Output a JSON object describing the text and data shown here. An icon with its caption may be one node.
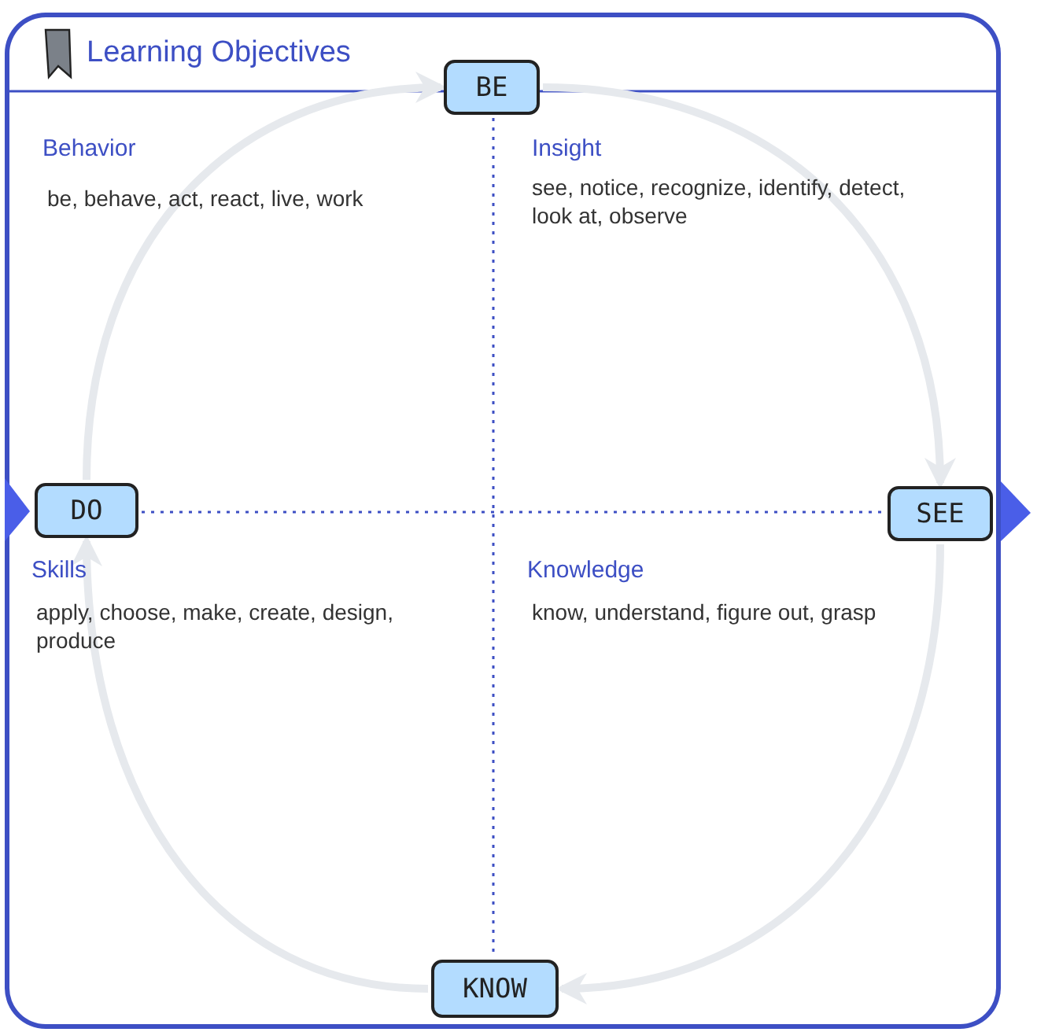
{
  "diagram": {
    "nodes": [
      {
        "text": [
          "Learning Objectives"
        ]
      },
      {
        "text": [
          "BE"
        ],
        "in": 0
      },
      {
        "text": [
          "DO"
        ],
        "in": 0
      },
      {
        "text": [
          "SEE"
        ],
        "in": 0
      },
      {
        "text": [
          "KNOW"
        ],
        "in": 0
      }
    ],
    "edges": [
      {
        "from": 2,
        "to": 1,
        "arrow": "to"
      },
      {
        "from": 1,
        "to": 3,
        "arrow": "to"
      },
      {
        "from": 3,
        "to": 4,
        "arrow": "to"
      },
      {
        "from": 4,
        "to": 2,
        "arrow": "to"
      },
      {
        "from": 1,
        "to": 4,
        "arrow": "none",
        "style": "dashed",
        "color": "#3d4fc4"
      },
      {
        "from": 2,
        "to": 3,
        "arrow": "none",
        "style": "dashed",
        "color": "#3d4fc4"
      }
    ],
    "labels": [
      "Behavior",
      "be, behave, act, react, live, work",
      "Insight",
      "see, notice, recognize, identify, detect, look at, observe",
      "Skills",
      "apply, choose, make, create, design, produce",
      "Knowledge",
      "know, understand, figure out, grasp"
    ]
  }
}
